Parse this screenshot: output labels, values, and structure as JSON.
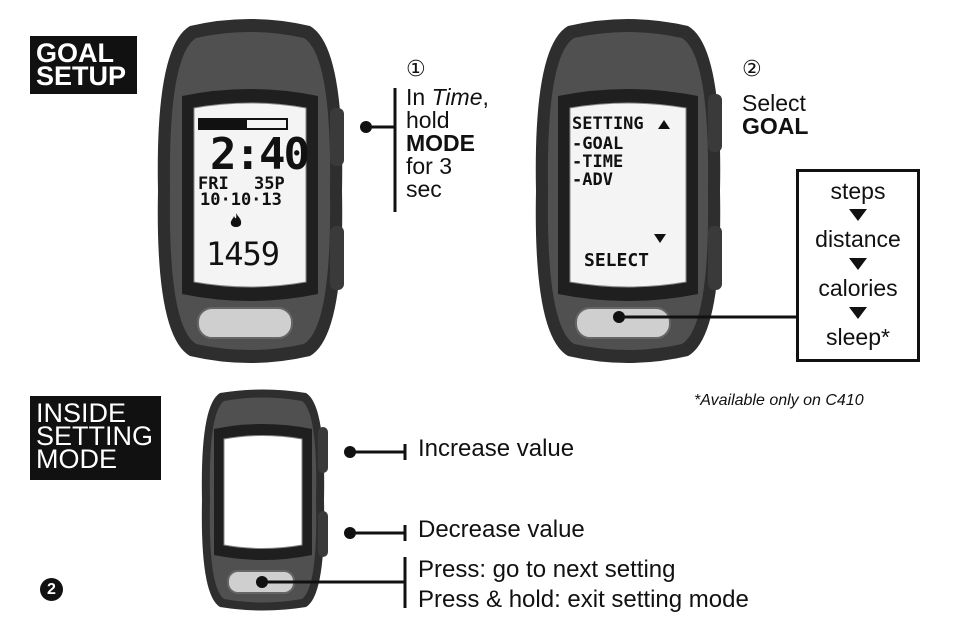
{
  "badges": {
    "goal_setup": [
      "GOAL",
      "SETUP"
    ],
    "inside_setting_mode": [
      "INSIDE",
      "SETTING",
      "MODE"
    ]
  },
  "watch1_screen": {
    "time": "2:40",
    "day": "FRI",
    "temp": "35P",
    "date": "10·10·13",
    "flame": "flame-icon",
    "calories": "1459",
    "progress": 0.55
  },
  "watch2_screen": {
    "header": "SETTING",
    "items": [
      "-GOAL",
      "-TIME",
      "-ADV"
    ],
    "footer": "SELECT",
    "up_arrow": "up-arrow-icon",
    "down_arrow": "down-arrow-icon"
  },
  "step1": {
    "number": "①",
    "lines": [
      {
        "pre": "In ",
        "italic": "Time",
        "post": ","
      },
      {
        "text": "hold"
      },
      {
        "bold": "MODE"
      },
      {
        "text": "for 3"
      },
      {
        "text": "sec"
      }
    ]
  },
  "step2": {
    "number": "②",
    "line1": "Select",
    "line2": "GOAL"
  },
  "goal_options": [
    "steps",
    "distance",
    "calories",
    "sleep*"
  ],
  "footnote": "*Available only on C410",
  "buttons": {
    "increase": "Increase value",
    "decrease": "Decrease value",
    "press": "Press: go to next setting",
    "press_hold": "Press & hold: exit setting mode"
  },
  "step_marker": "❷",
  "colors": {
    "body_dark": "#2e2e2e",
    "body_mid": "#555555",
    "bezel": "#1f1f1f",
    "screen": "#f4f4f4",
    "button": "#cfcfcf",
    "ink": "#111111"
  }
}
